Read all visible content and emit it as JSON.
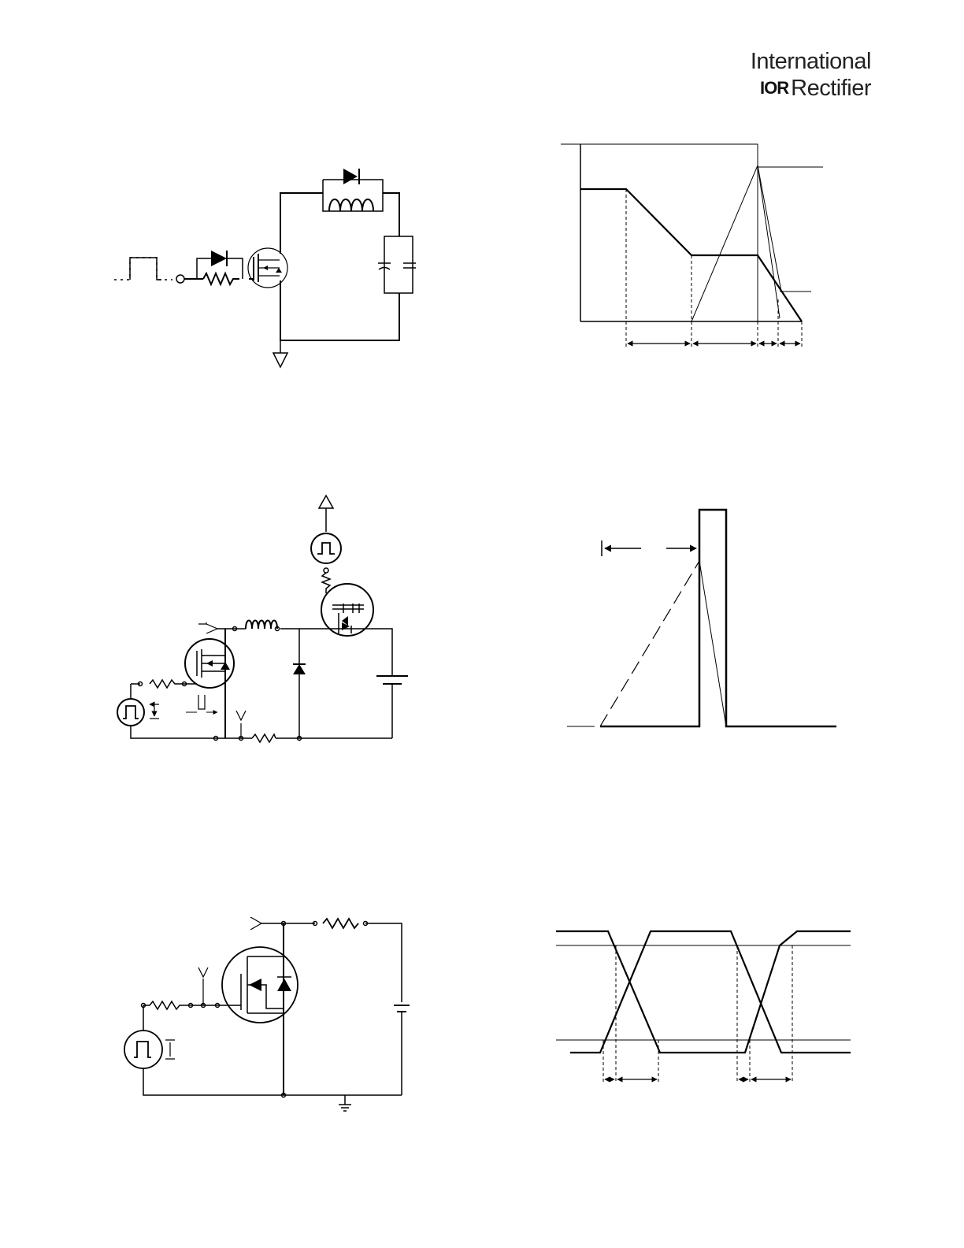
{
  "header": {
    "logo_line1": "International",
    "logo_mark": "IOR",
    "logo_line2": "Rectifier"
  },
  "figures": [
    {
      "name": "unclamped-inductive-test-circuit",
      "kind": "schematic"
    },
    {
      "name": "unclamped-inductive-waveform",
      "kind": "waveform"
    },
    {
      "name": "gate-charge-test-circuit",
      "kind": "schematic"
    },
    {
      "name": "gate-charge-waveform",
      "kind": "waveform"
    },
    {
      "name": "switching-time-test-circuit",
      "kind": "schematic"
    },
    {
      "name": "switching-time-waveform",
      "kind": "waveform"
    }
  ],
  "colors": {
    "ink": "#000000",
    "paper": "#ffffff"
  }
}
